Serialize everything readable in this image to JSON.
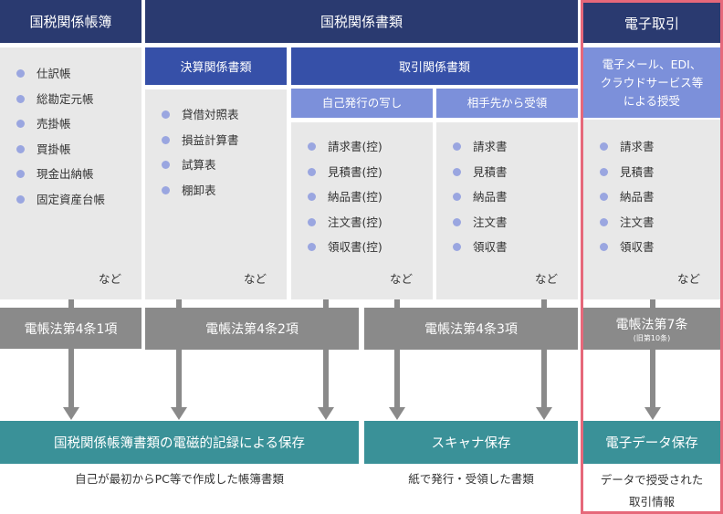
{
  "headers": {
    "col1": "国税関係帳簿",
    "col2": "国税関係書類",
    "col3": "電子取引"
  },
  "subheaders": {
    "settlement": "決算関係書類",
    "transaction": "取引関係書類",
    "self_issued": "自己発行の写し",
    "received": "相手先から受領",
    "electronic": "電子メール、EDI、クラウドサービス等による授受",
    "electronic_lines": [
      "電子メール、EDI、",
      "クラウドサービス等",
      "による授受"
    ]
  },
  "lists": {
    "books": [
      "仕訳帳",
      "総勘定元帳",
      "売掛帳",
      "買掛帳",
      "現金出納帳",
      "固定資産台帳"
    ],
    "settlement": [
      "貸借対照表",
      "損益計算書",
      "試算表",
      "棚卸表"
    ],
    "self_issued": [
      "請求書(控)",
      "見積書(控)",
      "納品書(控)",
      "注文書(控)",
      "領収書(控)"
    ],
    "received": [
      "請求書",
      "見積書",
      "納品書",
      "注文書",
      "領収書"
    ],
    "electronic": [
      "請求書",
      "見積書",
      "納品書",
      "注文書",
      "領収書"
    ]
  },
  "etc_label": "など",
  "laws": {
    "law1": "電帳法第4条1項",
    "law2": "電帳法第4条2項",
    "law3": "電帳法第4条3項",
    "law4": "電帳法第7条",
    "law4_sub": "(旧第10条)"
  },
  "storage": {
    "electromagnetic": "国税関係帳簿書類の電磁的記録による保存",
    "scanner": "スキャナ保存",
    "edata": "電子データ保存"
  },
  "captions": {
    "electromagnetic": "自己が最初からPC等で作成した帳簿書類",
    "scanner": "紙で発行・受領した書類",
    "edata_lines": [
      "データで授受された",
      "取引情報"
    ]
  },
  "colors": {
    "header_dark": "#2a3a70",
    "header_mid": "#3650a8",
    "header_light": "#7c90da",
    "box_bg": "#e8e8e8",
    "bullet": "#9aa6e0",
    "law_gray": "#8a8a8a",
    "storage_teal": "#3a9198",
    "highlight_border": "#e6687a"
  }
}
